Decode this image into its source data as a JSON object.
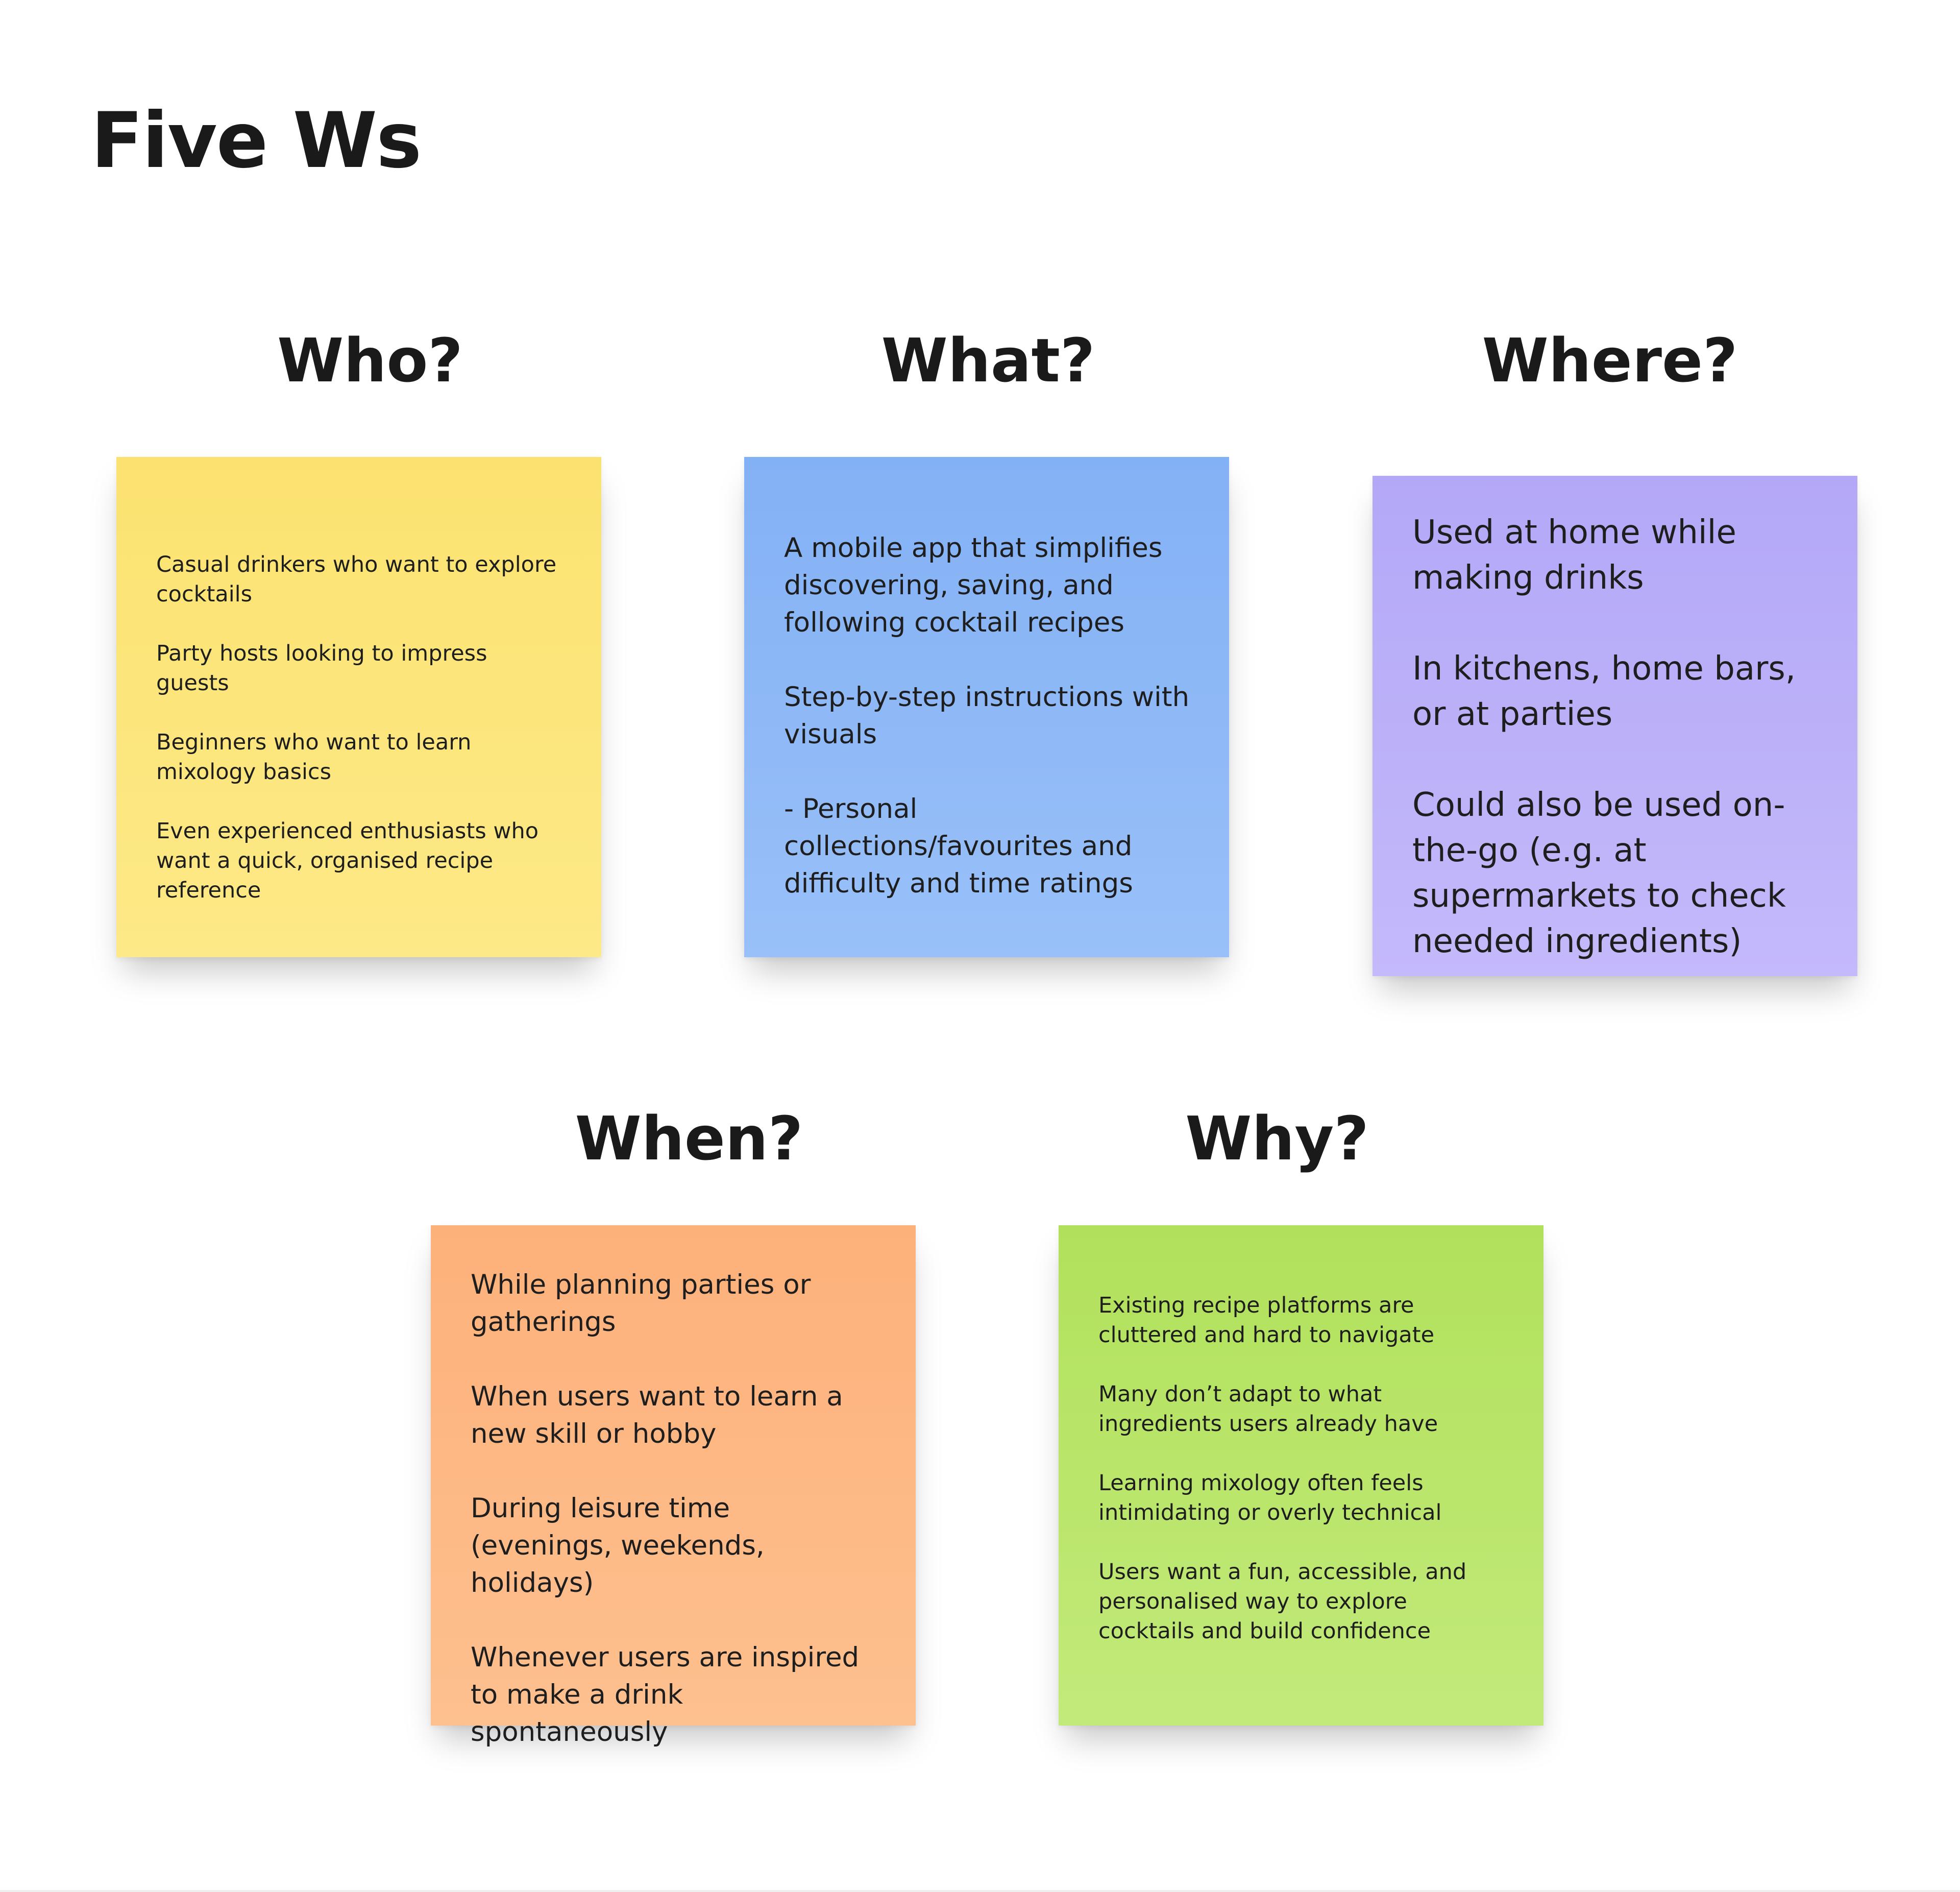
{
  "board": {
    "title": "Five Ws",
    "sections": {
      "who": {
        "heading": "Who?",
        "note_color": "#fbe476",
        "items": [
          "Casual drinkers who want to explore cocktails",
          "Party hosts looking to impress guests",
          "Beginners who want to learn mixology basics",
          "Even experienced enthusiasts who want a quick, organised recipe reference"
        ]
      },
      "what": {
        "heading": "What?",
        "note_color": "#8fb7f6",
        "items": [
          "A mobile app that simplifies discovering, saving, and following cocktail recipes",
          "Step-by-step instructions with visuals",
          "- Personal collections/favourites and difficulty and time ratings"
        ]
      },
      "where": {
        "heading": "Where?",
        "note_color": "#b8acf8",
        "items": [
          "Used at home while making drinks",
          "In kitchens, home bars, or at parties",
          "Could also be used on-the-go (e.g. at supermarkets to check needed ingredients)"
        ]
      },
      "when": {
        "heading": "When?",
        "note_color": "#fdb47d",
        "items": [
          "While planning parties or gatherings",
          "When users want to learn a new skill or hobby",
          "During leisure time (evenings, weekends, holidays)",
          "Whenever users are inspired to make a drink spontaneously"
        ]
      },
      "why": {
        "heading": "Why?",
        "note_color": "#b9e465",
        "items": [
          "Existing recipe platforms are cluttered and hard to navigate",
          "Many don’t adapt to what ingredients users already have",
          "Learning mixology often feels intimidating or overly technical",
          "Users want a fun, accessible, and personalised way to explore cocktails and build confidence"
        ]
      }
    }
  }
}
